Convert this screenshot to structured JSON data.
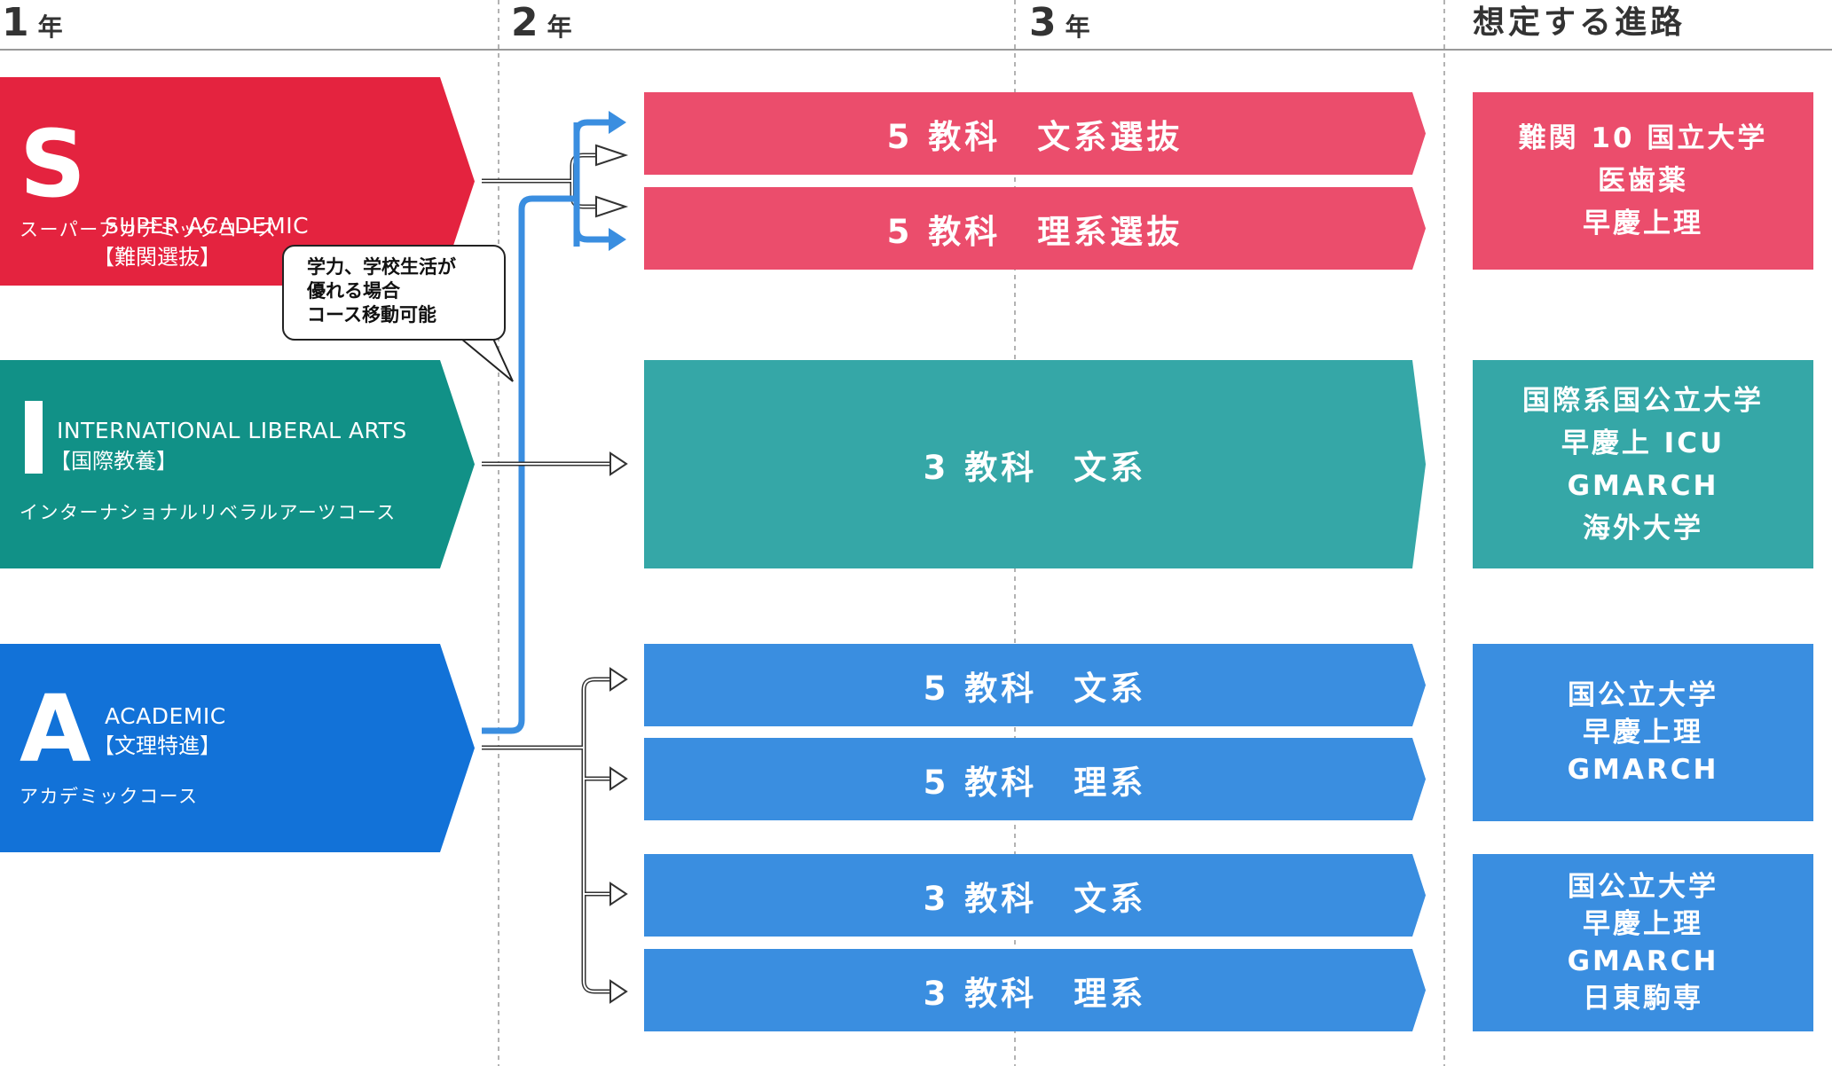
{
  "header": {
    "year1": {
      "num": "1",
      "unit": "年"
    },
    "year2": {
      "num": "2",
      "unit": "年"
    },
    "year3": {
      "num": "3",
      "unit": "年"
    },
    "destination": "想定する進路"
  },
  "colors": {
    "s_course": "#e4233f",
    "s_track": "#eb4d6c",
    "i_course": "#119187",
    "i_track": "#35a7a7",
    "a_course": "#1272d8",
    "a_track": "#3a8ee0",
    "highlight_arrow": "#3a8ee0",
    "plain_arrow": "#333333"
  },
  "courses": {
    "s": {
      "letter": "S",
      "en": "SUPER ACADEMIC",
      "sub": "【難関選抜】",
      "jp": "スーパーアカデミックコース"
    },
    "i": {
      "letter": "I",
      "en": "INTERNATIONAL LIBERAL ARTS",
      "sub": "【国際教養】",
      "jp": "インターナショナルリベラルアーツコース"
    },
    "a": {
      "letter": "A",
      "en": "ACADEMIC",
      "sub": "【文理特進】",
      "jp": "アカデミックコース"
    }
  },
  "bubble": {
    "line1": "学力、学校生活が",
    "line2": "優れる場合",
    "line3": "コース移動可能"
  },
  "tracks": {
    "s1": "5 教科　文系選抜",
    "s2": "5 教科　理系選抜",
    "i1": "3 教科　文系",
    "a1": "5 教科　文系",
    "a2": "5 教科　理系",
    "a3": "3 教科　文系",
    "a4": "3 教科　理系"
  },
  "destinations": {
    "s": [
      "難関 10 国立大学",
      "医歯薬",
      "早慶上理"
    ],
    "i": [
      "国際系国公立大学",
      "早慶上 ICU",
      "GMARCH",
      "海外大学"
    ],
    "a1": [
      "国公立大学",
      "早慶上理",
      "GMARCH"
    ],
    "a2": [
      "国公立大学",
      "早慶上理",
      "GMARCH",
      "日東駒専"
    ]
  }
}
